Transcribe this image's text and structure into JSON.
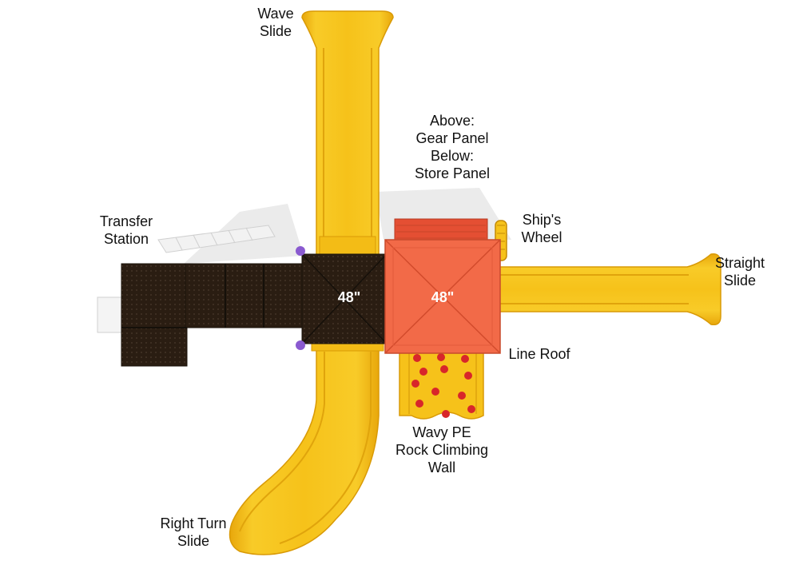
{
  "colors": {
    "slide_yellow": "#f6c21a",
    "slide_edge": "#d99a06",
    "deck_brown": "#2a1d12",
    "roof_orange": "#f26a48",
    "roof_accent": "#d24b2c",
    "rock_red": "#d8262a",
    "clip_purple": "#8a5ad0"
  },
  "labels": {
    "wave_slide": [
      "Wave",
      "Slide"
    ],
    "gear_store_panel": [
      "Above:",
      "Gear Panel",
      "Below:",
      "Store Panel"
    ],
    "transfer_station": [
      "Transfer",
      "Station"
    ],
    "ships_wheel": [
      "Ship's",
      "Wheel"
    ],
    "straight_slide": [
      "Straight",
      "Slide"
    ],
    "line_roof": [
      "Line Roof"
    ],
    "rock_wall": [
      "Wavy PE",
      "Rock Climbing",
      "Wall"
    ],
    "right_turn_slide": [
      "Right Turn",
      "Slide"
    ]
  },
  "deck_heights": {
    "left_deck": "48\"",
    "roof_deck": "48\""
  }
}
